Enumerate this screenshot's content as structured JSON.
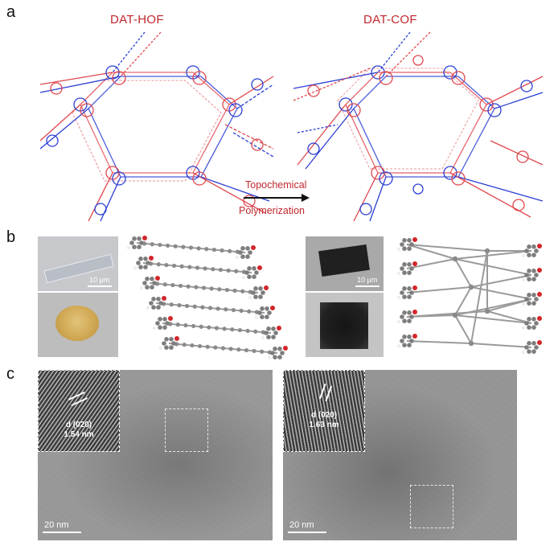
{
  "panels": {
    "a": "a",
    "b": "b",
    "c": "c"
  },
  "structures": {
    "left_title": "DAT-HOF",
    "right_title": "DAT-COF"
  },
  "arrow": {
    "line1": "Topochemical",
    "line2": "Polymerization"
  },
  "panel_b": {
    "scale_left": "10 μm",
    "scale_right": "10 μm"
  },
  "panel_c": {
    "left_d_label": "d (020)",
    "left_d_value": "1.54 nm",
    "right_d_label": "d (020)",
    "right_d_value": "1.63 nm",
    "scale_left": "20 nm",
    "scale_right": "20 nm"
  },
  "colors": {
    "red": "#e0474e",
    "blue": "#2b3fd4",
    "title_red": "#c0272d"
  }
}
